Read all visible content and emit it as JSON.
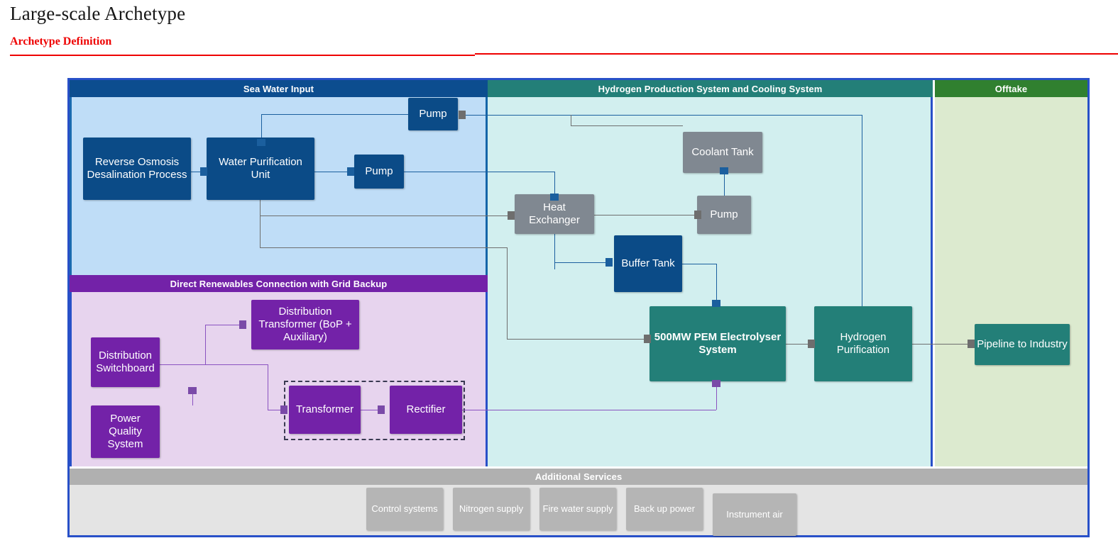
{
  "header": {
    "title": "Large-scale Archetype",
    "subtitle": "Archetype Definition"
  },
  "panels": {
    "sea_water": "Sea Water Input",
    "renewables": "Direct Renewables Connection with Grid Backup",
    "hydrogen": "Hydrogen Production System and Cooling System",
    "offtake": "Offtake",
    "additional": "Additional Services"
  },
  "nodes": {
    "reverse_osmosis": "Reverse Osmosis Desalination Process",
    "water_purification": "Water Purification Unit",
    "pump_top": "Pump",
    "pump_mid": "Pump",
    "pump_coolant": "Pump",
    "coolant_tank": "Coolant Tank",
    "heat_exchanger": "Heat Exchanger",
    "buffer_tank": "Buffer Tank",
    "electrolyser": "500MW PEM Electrolyser System",
    "hydrogen_purification": "Hydrogen Purification",
    "pipeline": "Pipeline to Industry",
    "distribution_switchboard": "Distribution Switchboard",
    "power_quality": "Power Quality System",
    "distribution_transformer": "Distribution Transformer (BoP + Auxiliary)",
    "transformer": "Transformer",
    "rectifier": "Rectifier"
  },
  "services": [
    "Control systems",
    "Nitrogen supply",
    "Fire water supply",
    "Back up power",
    "Instrument air"
  ],
  "colors": {
    "sea_water_header": "#0c4d8f",
    "sea_water_body": "#bfddf7",
    "renewables_header": "#7322a8",
    "renewables_body": "#e7d4ee",
    "hydrogen_header": "#237f78",
    "hydrogen_body": "#d2efef",
    "offtake_header": "#30802f",
    "offtake_body": "#dceacf",
    "additional_header": "#b0b0b0",
    "additional_body": "#e4e4e4",
    "node_blue": "#0b4b87",
    "node_gray": "#808891",
    "node_teal": "#237f78",
    "node_purple": "#7322a8",
    "accent_red": "#ee0000",
    "frame_border": "#2850c8"
  }
}
